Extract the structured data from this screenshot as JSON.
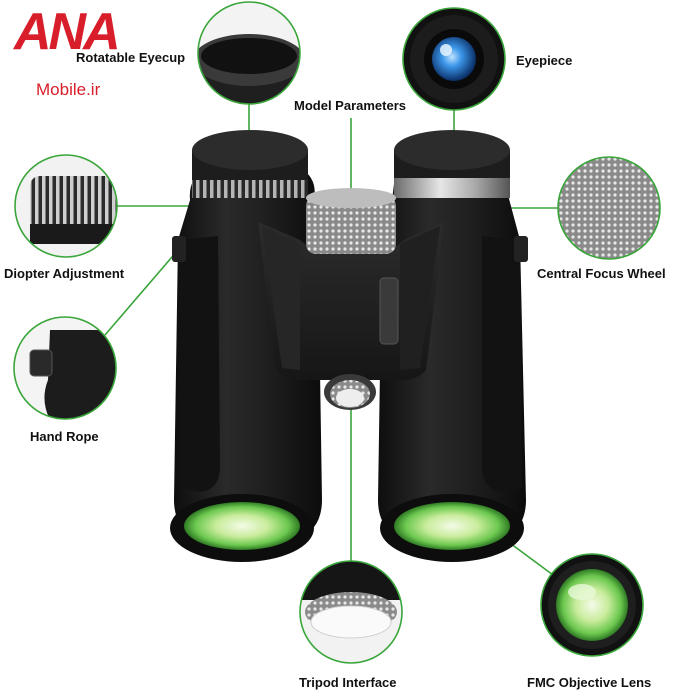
{
  "logo": {
    "brand": "ANA",
    "site": "Mobile.ir"
  },
  "labels": {
    "rotatable_eyecup": "Rotatable Eyecup",
    "eyepiece": "Eyepiece",
    "model_parameters": "Model Parameters",
    "diopter_adjustment": "Diopter Adjustment",
    "central_focus_wheel": "Central Focus Wheel",
    "hand_rope": "Hand Rope",
    "tripod_interface": "Tripod Interface",
    "fmc_objective_lens": "FMC Objective Lens"
  },
  "colors": {
    "callout_green": "#3aa53a",
    "body_black": "#1b1b1b",
    "lens_green": "#7fd46a",
    "eyepiece_blue": "#2a7fd6",
    "logo_red": "#d81e2a"
  }
}
